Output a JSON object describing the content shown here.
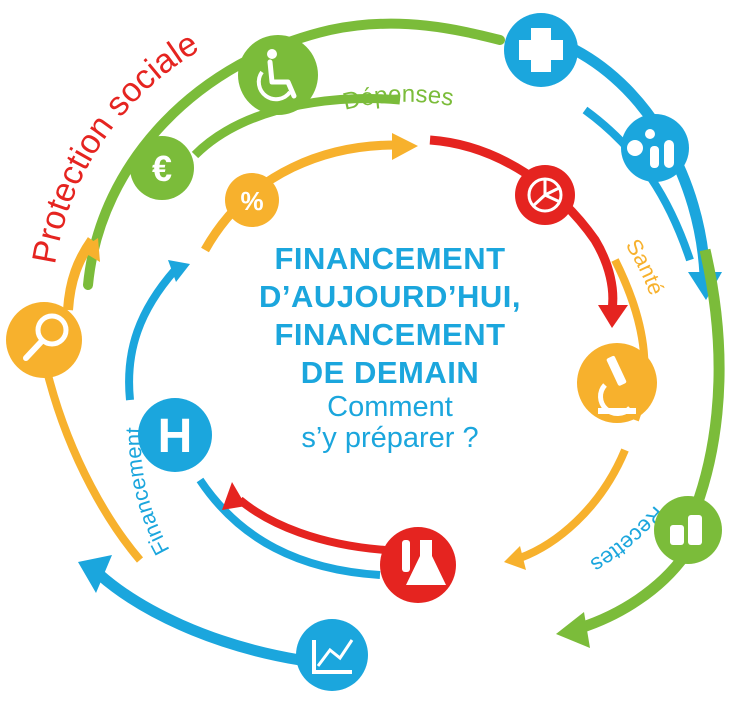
{
  "title_lines": [
    "FINANCEMENT",
    "D’AUJOURD’HUI,",
    "FINANCEMENT",
    "DE DEMAIN"
  ],
  "subtitle_lines": [
    "Comment",
    "s’y préparer ?"
  ],
  "labels": {
    "protection_sociale": "Protection sociale",
    "depenses": "Dépenses",
    "sante": "Santé",
    "recettes": "Recettes",
    "financement": "Financement"
  },
  "icons": {
    "euro": "€",
    "percent": "%",
    "hospital": "H"
  },
  "colors": {
    "red": "#e52420",
    "green": "#7bbc3a",
    "blue": "#1ba6dd",
    "orange": "#f7b12d",
    "title": "#1ba6dd"
  }
}
